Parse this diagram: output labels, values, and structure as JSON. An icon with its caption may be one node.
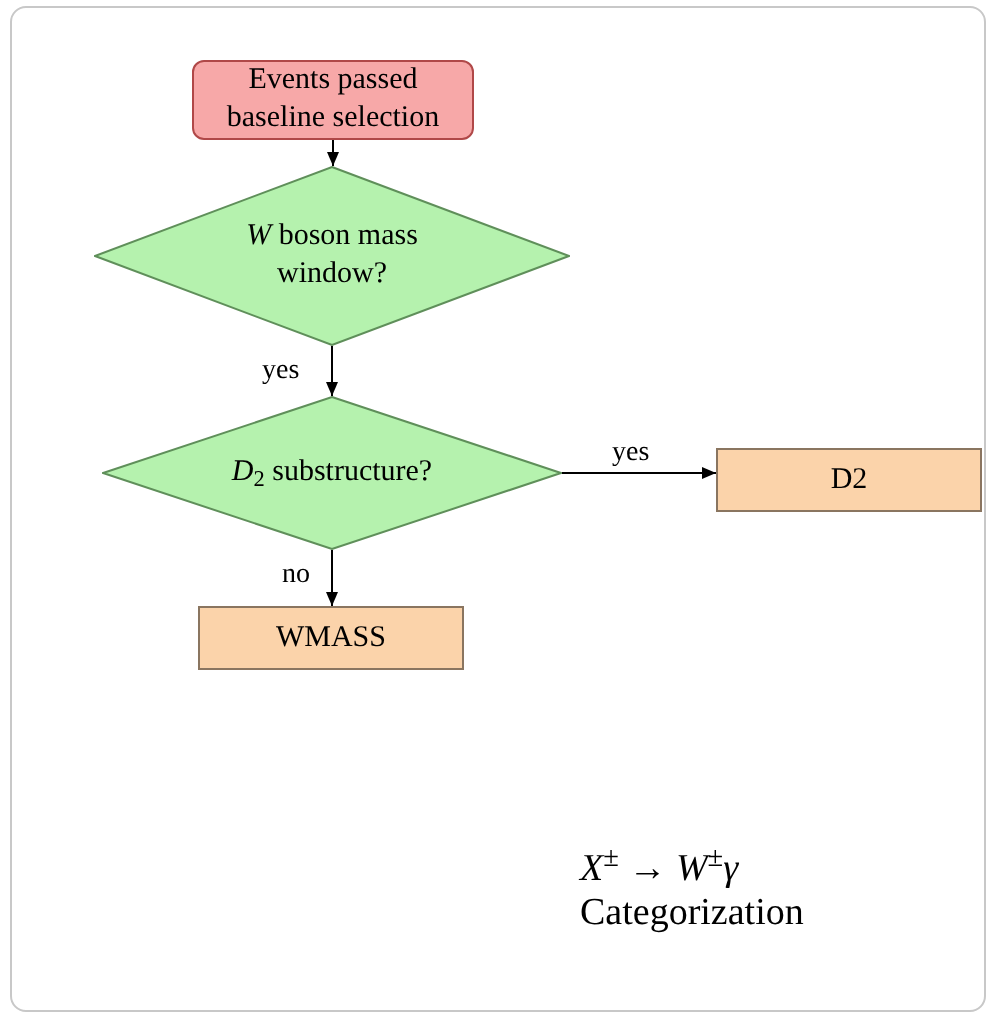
{
  "diagram": {
    "nodes": [
      {
        "text": [
          "Events passed baseline selection"
        ]
      },
      {
        "text": [
          "*W* boson mass window?"
        ]
      },
      {
        "text": [
          "*D*$_{2}$ substructure?"
        ]
      },
      {
        "text": [
          "D2"
        ]
      },
      {
        "text": [
          "WMASS"
        ]
      }
    ],
    "edges": [
      {
        "from": 0,
        "to": 1,
        "arrow": "to"
      },
      {
        "from": 1,
        "to": 2,
        "arrow": "to",
        "label": "yes"
      },
      {
        "from": 2,
        "to": 3,
        "arrow": "to",
        "label": "yes"
      },
      {
        "from": 2,
        "to": 4,
        "arrow": "to",
        "label": "no"
      }
    ],
    "labels": [
      "*X*$^{±}$ → *W*$^{±}$*γ*",
      "Categorization"
    ]
  }
}
